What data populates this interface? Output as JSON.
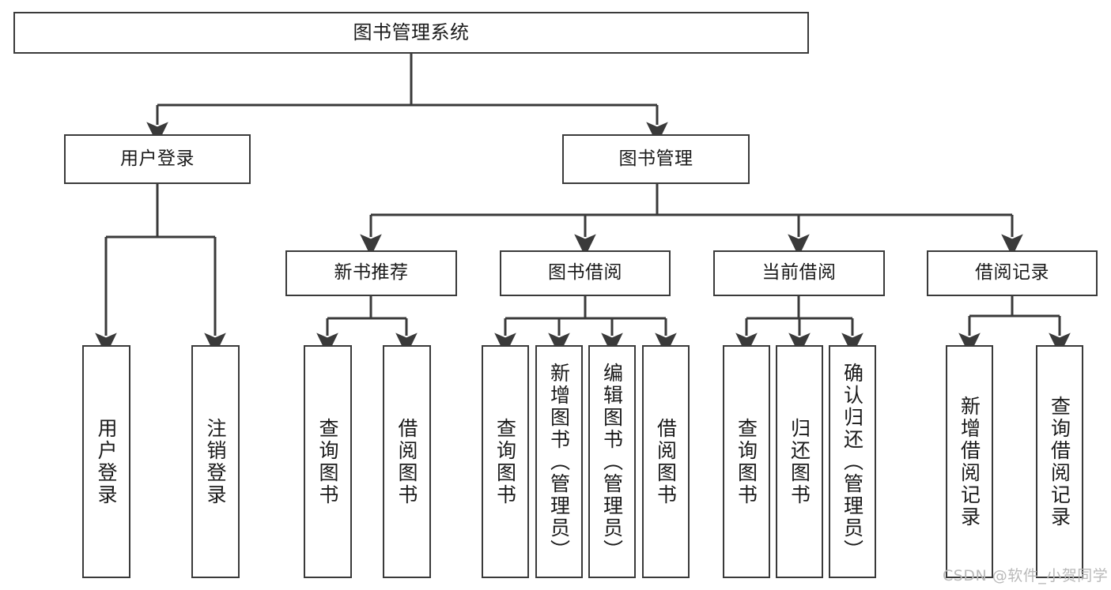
{
  "diagram": {
    "title": "图书管理系统",
    "type": "tree-hierarchy",
    "background_color": "#ffffff",
    "line_color": "#3a3a3a",
    "text_color": "#1a1a1a",
    "root": {
      "id": "root",
      "label": "图书管理系统"
    },
    "level2": [
      {
        "id": "user-login",
        "label": "用户登录"
      },
      {
        "id": "book-manage",
        "label": "图书管理"
      }
    ],
    "level3": [
      {
        "id": "new-book-rec",
        "label": "新书推荐",
        "parent": "book-manage"
      },
      {
        "id": "book-borrow",
        "label": "图书借阅",
        "parent": "book-manage"
      },
      {
        "id": "current-borrow",
        "label": "当前借阅",
        "parent": "book-manage"
      },
      {
        "id": "borrow-record",
        "label": "借阅记录",
        "parent": "book-manage"
      }
    ],
    "leaves": [
      {
        "id": "leaf-user-login",
        "label": "用户登录",
        "parent": "user-login"
      },
      {
        "id": "leaf-user-logout",
        "label": "注销登录",
        "parent": "user-login"
      },
      {
        "id": "leaf-rec-query-book",
        "label": "查询图书",
        "parent": "new-book-rec"
      },
      {
        "id": "leaf-rec-borrow-book",
        "label": "借阅图书",
        "parent": "new-book-rec"
      },
      {
        "id": "leaf-borrow-query-book",
        "label": "查询图书",
        "parent": "book-borrow"
      },
      {
        "id": "leaf-borrow-add-book",
        "label": "新增图书（管理员）",
        "parent": "book-borrow"
      },
      {
        "id": "leaf-borrow-edit-book",
        "label": "编辑图书（管理员）",
        "parent": "book-borrow"
      },
      {
        "id": "leaf-borrow-borrow-book",
        "label": "借阅图书",
        "parent": "book-borrow"
      },
      {
        "id": "leaf-cur-query-book",
        "label": "查询图书",
        "parent": "current-borrow"
      },
      {
        "id": "leaf-cur-return-book",
        "label": "归还图书",
        "parent": "current-borrow"
      },
      {
        "id": "leaf-cur-confirm-return",
        "label": "确认归还（管理员）",
        "parent": "current-borrow"
      },
      {
        "id": "leaf-rec-add-record",
        "label": "新增借阅记录",
        "parent": "borrow-record"
      },
      {
        "id": "leaf-rec-query-record",
        "label": "查询借阅记录",
        "parent": "borrow-record"
      }
    ]
  },
  "watermark": {
    "text": "CSDN @软件_小贺同学"
  }
}
